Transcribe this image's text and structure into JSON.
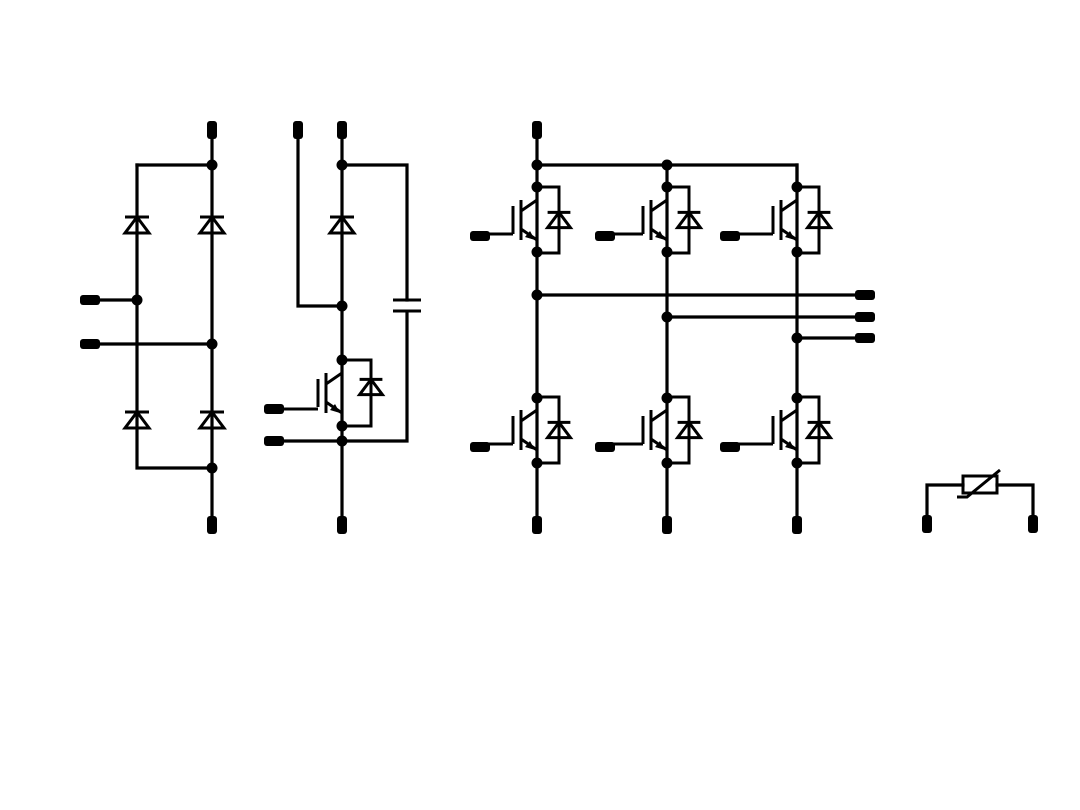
{
  "diagram": {
    "background": "#ffffff",
    "ink_color": "#000000",
    "blocks": [
      {
        "name": "bridge-rectifier",
        "components": [
          "diode",
          "diode",
          "diode",
          "diode"
        ],
        "terminals": 4
      },
      {
        "name": "brake-chopper",
        "components": [
          "diode",
          "igbt",
          "freewheel-diode",
          "capacitor"
        ],
        "terminals": 5
      },
      {
        "name": "three-phase-inverter",
        "components": [
          "igbt",
          "igbt",
          "igbt",
          "igbt",
          "igbt",
          "igbt"
        ],
        "terminals": 13
      },
      {
        "name": "thermistor",
        "components": [
          "ntc-resistor"
        ],
        "terminals": 2
      }
    ],
    "icons": [
      "diode-icon",
      "igbt-icon",
      "capacitor-icon",
      "thermistor-icon",
      "terminal-pin-icon",
      "junction-dot-icon"
    ]
  }
}
